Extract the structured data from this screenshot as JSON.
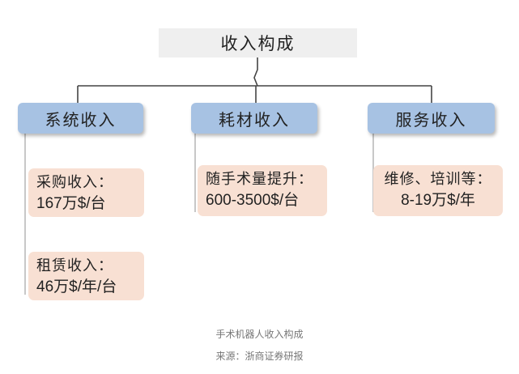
{
  "root": {
    "label": "收入构成"
  },
  "categories": [
    {
      "label": "系统收入"
    },
    {
      "label": "耗材收入"
    },
    {
      "label": "服务收入"
    }
  ],
  "leaves": {
    "purchase": {
      "line1": "采购收入：",
      "line2": "167万$/台"
    },
    "lease": {
      "line1": "租赁收入：",
      "line2": "46万$/年/台"
    },
    "consumables": {
      "line1": "随手术量提升：",
      "line2": "600-3500$/台"
    },
    "service": {
      "line1": "维修、培训等：",
      "line2": "8-19万$/年"
    }
  },
  "caption": {
    "title": "手术机器人收入构成",
    "source": "来源：浙商证券研报"
  }
}
